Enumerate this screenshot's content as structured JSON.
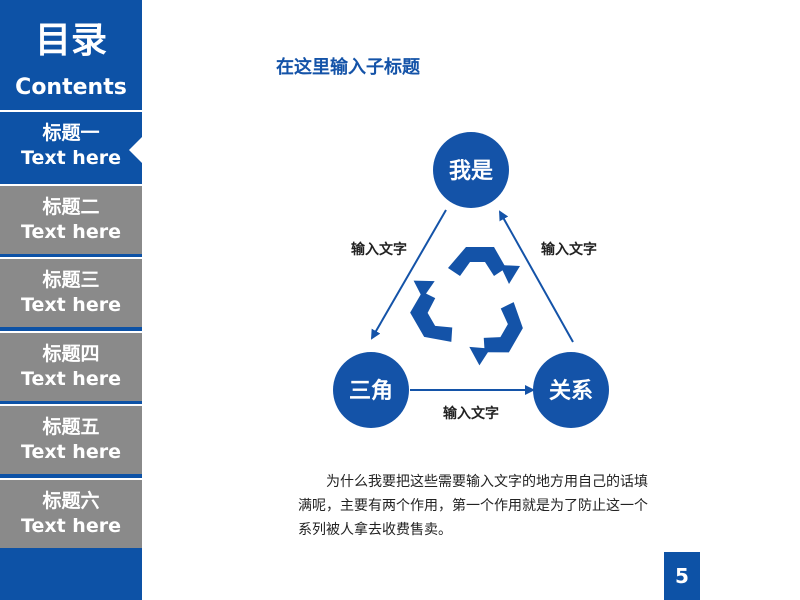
{
  "toc": {
    "title": "目录",
    "subtitle": "Contents"
  },
  "nav": {
    "items": [
      {
        "zh": "标题一",
        "en": "Text here"
      },
      {
        "zh": "标题二",
        "en": "Text here"
      },
      {
        "zh": "标题三",
        "en": "Text here"
      },
      {
        "zh": "标题四",
        "en": "Text here"
      },
      {
        "zh": "标题五",
        "en": "Text here"
      },
      {
        "zh": "标题六",
        "en": "Text here"
      }
    ],
    "active_index": 0
  },
  "slide": {
    "subtitle": "在这里输入子标题",
    "nodes": {
      "top": "我是",
      "left": "三角",
      "right": "关系"
    },
    "edges": {
      "left": "输入文字",
      "right": "输入文字",
      "bottom": "输入文字"
    },
    "description": "为什么我要把这些需要输入文字的地方用自己的话填满呢，主要有两个作用，第一个作用就是为了防止这一个系列被人拿去收费售卖。",
    "center_icon": "recycle-icon"
  },
  "page_number": "5",
  "colors": {
    "primary": "#0d52a6",
    "nav_inactive": "#8a8a8a",
    "circle": "#1453a8"
  }
}
